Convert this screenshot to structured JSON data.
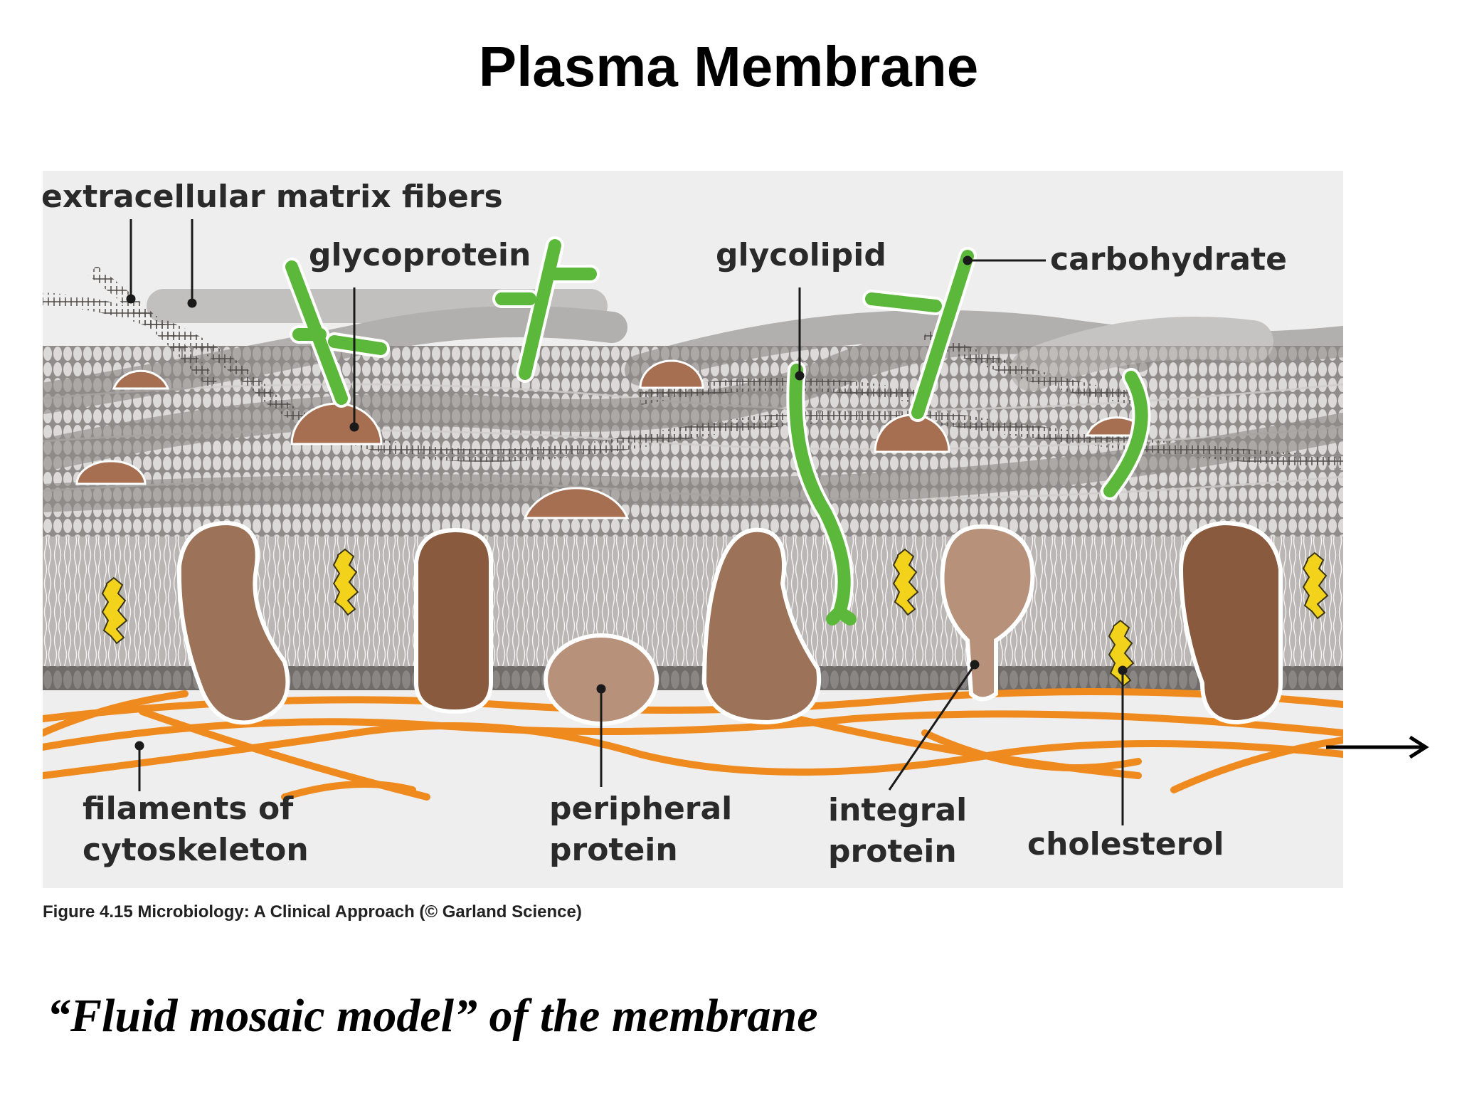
{
  "title": "Plasma Membrane",
  "labels": {
    "extracellular_matrix_fibers": "extracellular matrix fibers",
    "glycoprotein": "glycoprotein",
    "glycolipid": "glycolipid",
    "carbohydrate": "carbohydrate",
    "filaments_line1": "filaments of",
    "filaments_line2": "cytoskeleton",
    "peripheral_line1": "peripheral",
    "peripheral_line2": "protein",
    "integral_line1": "integral",
    "integral_line2": "protein",
    "cholesterol": "cholesterol"
  },
  "caption": "Figure 4.15  Microbiology: A Clinical Approach (© Garland Science)",
  "subtitle": "“Fluid mosaic model” of the membrane",
  "colors": {
    "bilayer": "#aaa7a3",
    "head": "#dcdad8",
    "protein_dark": "#8a5a3f",
    "protein_mid": "#9c7358",
    "protein_light": "#b8917a",
    "carbohydrate": "#5cb83a",
    "cholesterol": "#f2d21a",
    "cytoskeleton": "#ef8a1e",
    "ecm_fiber": "#8e8b88"
  }
}
